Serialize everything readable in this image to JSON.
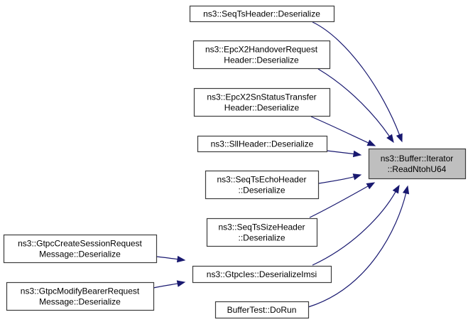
{
  "diagram": {
    "type": "doxygen-caller-graph",
    "colors": {
      "edge": "#191970",
      "node_border": "#3c3c3c",
      "node_fill": "#ffffff",
      "focus_fill": "#bfbfbf"
    },
    "focus_node": "read_ntoh_u64",
    "nodes": [
      {
        "id": "read_ntoh_u64",
        "lines": [
          "ns3::Buffer::Iterator",
          "::ReadNtohU64"
        ],
        "focus": true
      },
      {
        "id": "seqts_header",
        "lines": [
          "ns3::SeqTsHeader::Deserialize"
        ]
      },
      {
        "id": "epcx2_handover",
        "lines": [
          "ns3::EpcX2HandoverRequest",
          "Header::Deserialize"
        ]
      },
      {
        "id": "epcx2_snstatus",
        "lines": [
          "ns3::EpcX2SnStatusTransfer",
          "Header::Deserialize"
        ]
      },
      {
        "id": "sll_header",
        "lines": [
          "ns3::SllHeader::Deserialize"
        ]
      },
      {
        "id": "seqts_echo",
        "lines": [
          "ns3::SeqTsEchoHeader",
          "::Deserialize"
        ]
      },
      {
        "id": "seqts_size",
        "lines": [
          "ns3::SeqTsSizeHeader",
          "::Deserialize"
        ]
      },
      {
        "id": "gtpc_ies",
        "lines": [
          "ns3::GtpcIes::DeserializeImsi"
        ]
      },
      {
        "id": "buffer_test",
        "lines": [
          "BufferTest::DoRun"
        ]
      },
      {
        "id": "gtpc_create",
        "lines": [
          "ns3::GtpcCreateSessionRequest",
          "Message::Deserialize"
        ]
      },
      {
        "id": "gtpc_modify",
        "lines": [
          "ns3::GtpcModifyBearerRequest",
          "Message::Deserialize"
        ]
      }
    ],
    "edges": [
      {
        "from": "seqts_header",
        "to": "read_ntoh_u64"
      },
      {
        "from": "epcx2_handover",
        "to": "read_ntoh_u64"
      },
      {
        "from": "epcx2_snstatus",
        "to": "read_ntoh_u64"
      },
      {
        "from": "sll_header",
        "to": "read_ntoh_u64"
      },
      {
        "from": "seqts_echo",
        "to": "read_ntoh_u64"
      },
      {
        "from": "seqts_size",
        "to": "read_ntoh_u64"
      },
      {
        "from": "gtpc_ies",
        "to": "read_ntoh_u64"
      },
      {
        "from": "buffer_test",
        "to": "read_ntoh_u64"
      },
      {
        "from": "gtpc_create",
        "to": "gtpc_ies"
      },
      {
        "from": "gtpc_modify",
        "to": "gtpc_ies"
      }
    ]
  }
}
